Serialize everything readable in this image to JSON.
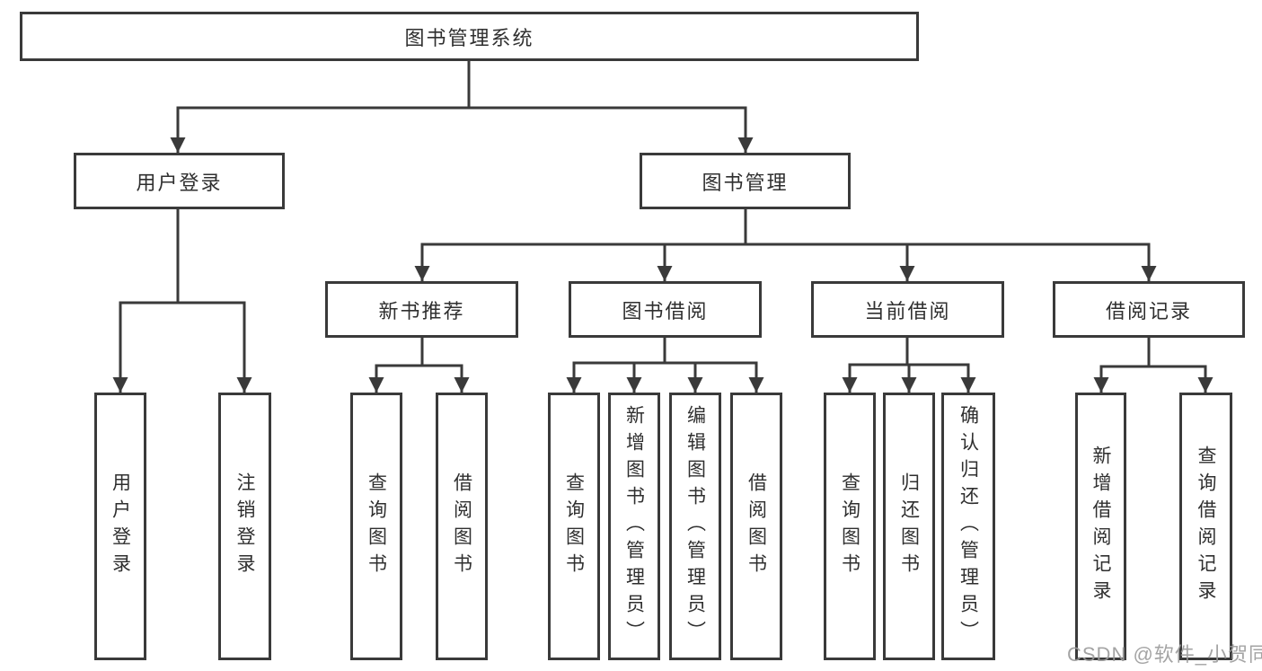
{
  "diagram_type": "hierarchy-tree",
  "nodes": {
    "root": "图书管理系统",
    "user_login": "用户登录",
    "book_mgmt": "图书管理",
    "new_book_rec": "新书推荐",
    "book_borrow": "图书借阅",
    "current_borrow": "当前借阅",
    "borrow_record": "借阅记录",
    "leaf_user_login": "用户登录",
    "leaf_logout": "注销登录",
    "leaf_query_book_rec": "查询图书",
    "leaf_borrow_book_rec": "借阅图书",
    "leaf_query_book_borrow": "查询图书",
    "leaf_add_book": "新增图书（管理员）",
    "leaf_edit_book": "编辑图书（管理员）",
    "leaf_borrow_book": "借阅图书",
    "leaf_query_book_current": "查询图书",
    "leaf_return_book": "归还图书",
    "leaf_confirm_return": "确认归还（管理员）",
    "leaf_add_record": "新增借阅记录",
    "leaf_query_record": "查询借阅记录"
  },
  "watermark": "CSDN @软件_小贺同学",
  "colors": {
    "line": "#3a3a3a",
    "text": "#2f2f2f",
    "box_fill": "#ffffff",
    "watermark": "#9a9a9a"
  }
}
